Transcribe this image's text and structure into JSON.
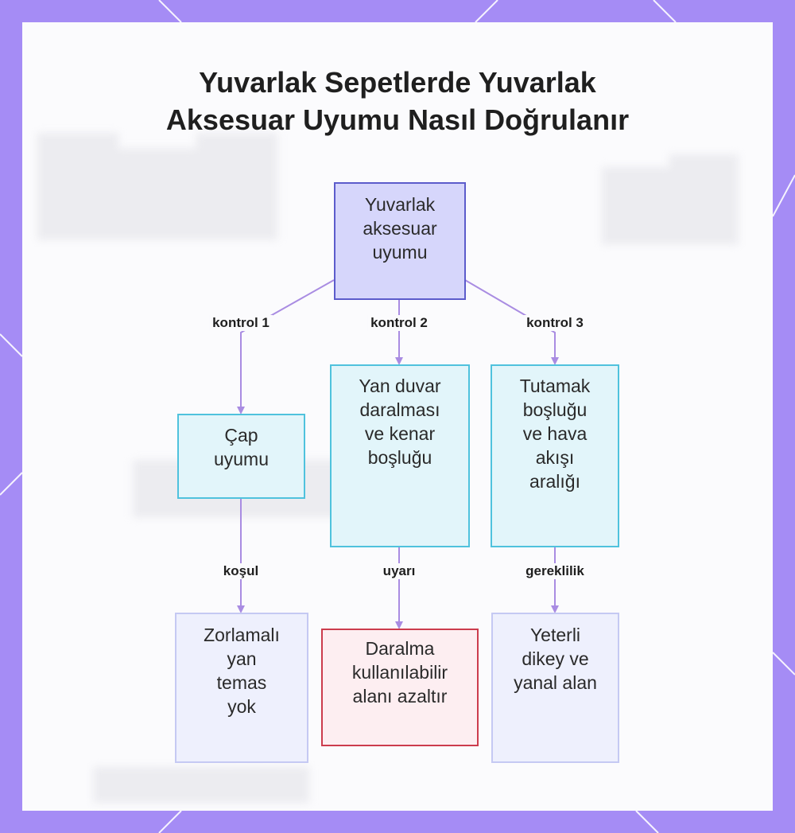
{
  "title": {
    "line1": "Yuvarlak Sepetlerde Yuvarlak",
    "line2": "Aksesuar Uyumu Nasıl Doğrulanır"
  },
  "nodes": {
    "root": {
      "lines": [
        "Yuvarlak",
        "aksesuar",
        "uyumu"
      ]
    },
    "check1": {
      "lines": [
        "Çap",
        "uyumu"
      ]
    },
    "check2": {
      "lines": [
        "Yan duvar",
        "daralması",
        "ve kenar",
        "boşluğu"
      ]
    },
    "check3": {
      "lines": [
        "Tutamak",
        "boşluğu",
        "ve hava",
        "akışı",
        "aralığı"
      ]
    },
    "result1": {
      "lines": [
        "Zorlamalı",
        "yan",
        "temas",
        "yok"
      ]
    },
    "result2": {
      "lines": [
        "Daralma",
        "kullanılabilir",
        "alanı azaltır"
      ]
    },
    "result3": {
      "lines": [
        "Yeterli",
        "dikey ve",
        "yanal alan"
      ]
    }
  },
  "edge_labels": {
    "k1": "kontrol 1",
    "k2": "kontrol 2",
    "k3": "kontrol 3",
    "cond": "koşul",
    "warn": "uyarı",
    "req": "gereklilik"
  },
  "colors": {
    "background": "#a58cf5",
    "root_fill": "#d6d6fb",
    "root_border": "#5c5ccb",
    "check_fill": "#e2f5fa",
    "check_border": "#4fc2dd",
    "result_fill": "#eef0fd",
    "result_border": "#c5c9f3",
    "warning_fill": "#fdeef1",
    "warning_border": "#cc3c4d",
    "edge": "#a98ce2"
  }
}
